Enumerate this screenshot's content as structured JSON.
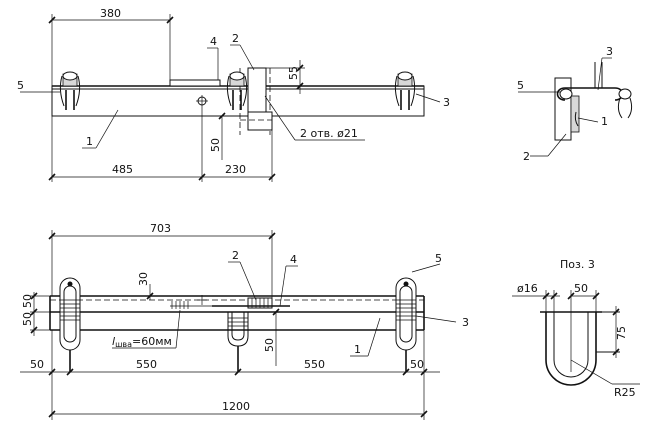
{
  "top_view": {
    "dims": {
      "d380": "380",
      "d485": "485",
      "d230": "230",
      "d55": "55",
      "d50": "50"
    },
    "labels": {
      "p1": "1",
      "p2": "2",
      "p3": "3",
      "p4": "4",
      "p5": "5"
    },
    "holes_note": "2 отв. ø21"
  },
  "side_view": {
    "labels": {
      "p1": "1",
      "p2": "2",
      "p3": "3",
      "p5": "5"
    }
  },
  "plan_view": {
    "dims": {
      "d703": "703",
      "d30": "30",
      "d50a": "50",
      "d50b": "50",
      "d50c": "50",
      "d550a": "550",
      "d550b": "550",
      "d50left": "50",
      "d50right": "50",
      "d1200": "1200"
    },
    "labels": {
      "p1": "1",
      "p2": "2",
      "p3": "3",
      "p4": "4",
      "p5": "5"
    },
    "weld_note_l": "l",
    "weld_note_sub": "шва",
    "weld_note_val": "=60мм"
  },
  "detail": {
    "title": "Поз. 3",
    "dims": {
      "d16": "ø16",
      "d50": "50",
      "d75": "75",
      "r25": "R25"
    }
  }
}
